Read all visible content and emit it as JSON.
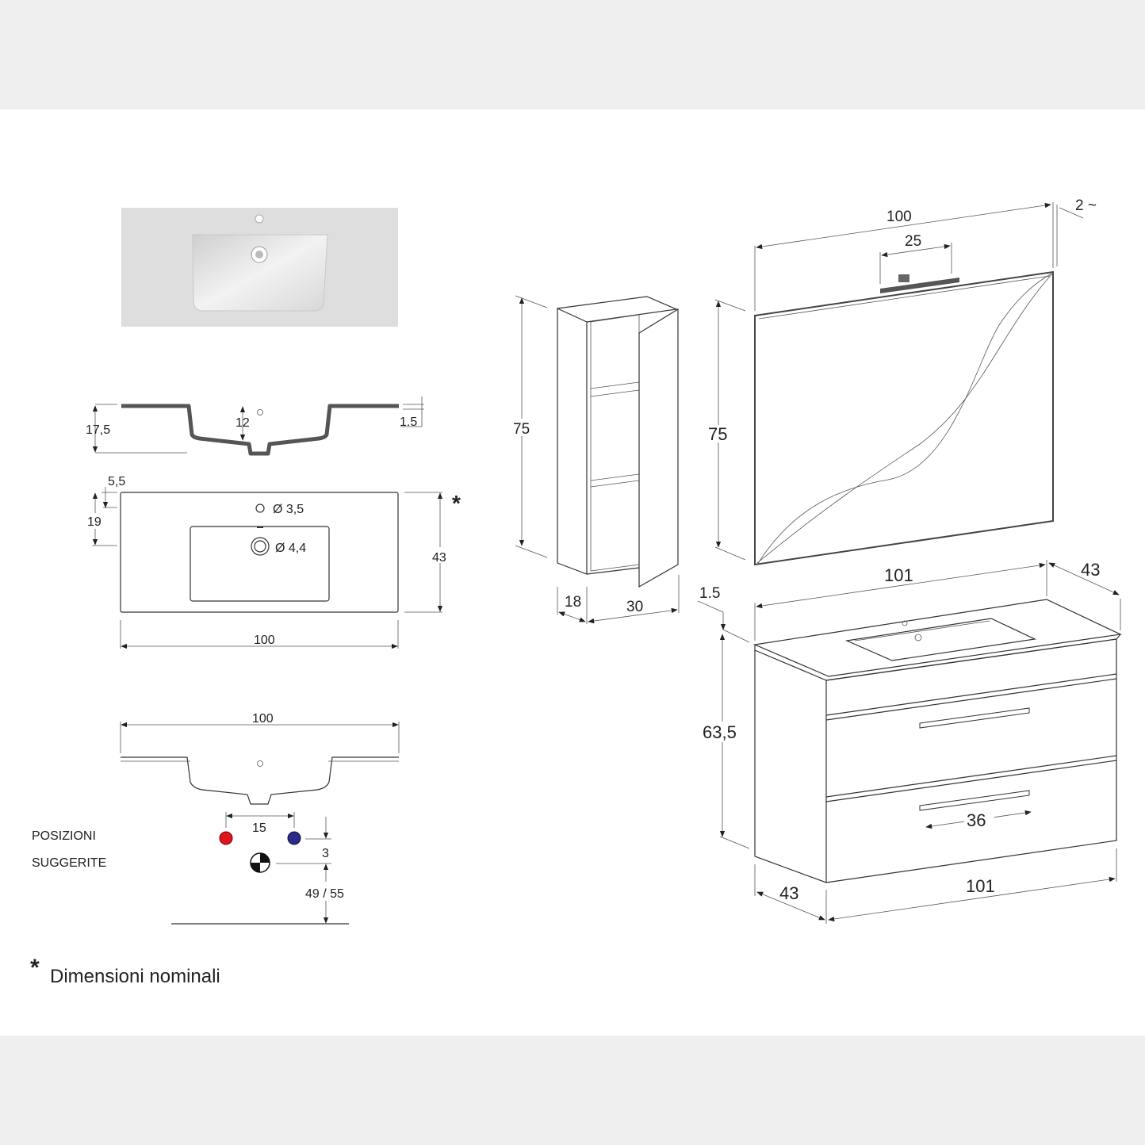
{
  "sink_section_top": {
    "total_height": "17,5",
    "basin_depth": "12",
    "rim_thickness": "1.5"
  },
  "sink_plan": {
    "tap_hole_offset": "5,5",
    "basin_offset": "19",
    "tap_hole_diameter": "Ø 3,5",
    "drain_diameter": "Ø 4,4",
    "depth": "43",
    "width": "100",
    "nominal_marker": "*"
  },
  "sink_section_bottom": {
    "width": "100"
  },
  "suggested_positions": {
    "label_line1": "POSIZIONI",
    "label_line2": "SUGGERITE",
    "spacing": "15",
    "vertical_offset": "3",
    "height": "49 / 55",
    "hot_color": "#e0141e",
    "cold_color": "#2a2a8c"
  },
  "footnote": {
    "marker": "*",
    "text": "Dimensioni nominali"
  },
  "wall_cabinet": {
    "height": "75",
    "depth": "18",
    "width": "30"
  },
  "mirror": {
    "width": "100",
    "lamp_width": "25",
    "projection": "2 ~",
    "height": "75"
  },
  "vanity": {
    "top_width": "101",
    "top_depth": "43",
    "top_thickness": "1.5",
    "height": "63,5",
    "handle_width": "36",
    "base_depth": "43",
    "base_width": "101"
  }
}
